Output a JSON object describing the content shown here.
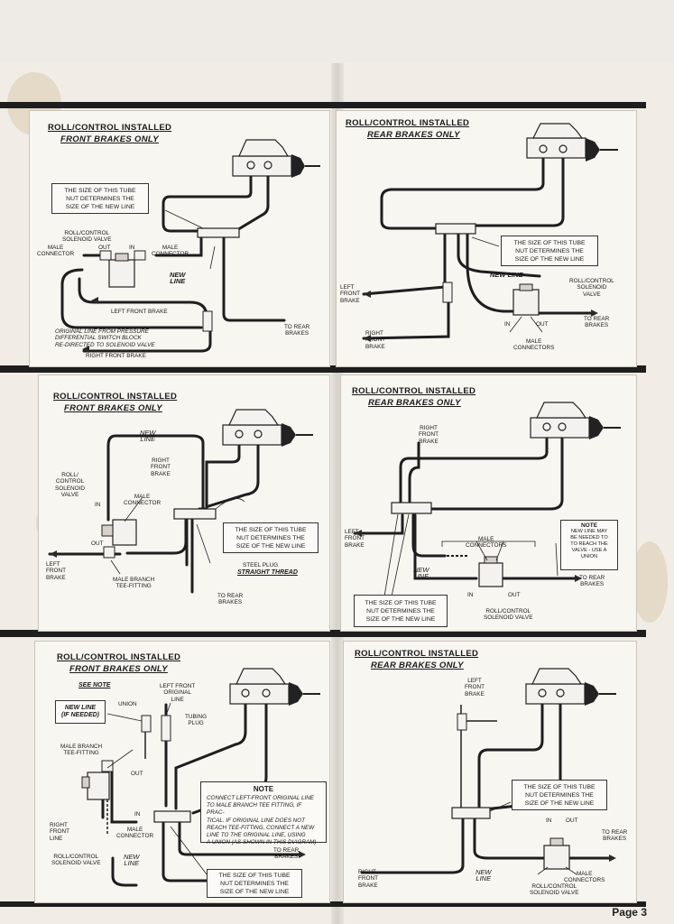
{
  "page_number": "Page 3",
  "panels": [
    {
      "title": "ROLL/CONTROL INSTALLED",
      "subtitle": "FRONT BRAKES ONLY",
      "callout": "THE SIZE OF THIS TUBE\nNUT DETERMINES THE\nSIZE OF THE NEW LINE",
      "labels": {
        "solenoid": "ROLL/CONTROL\nSOLENOID VALVE",
        "male_left": "MALE\nCONNECTOR",
        "male_right": "MALE\nCONNECTOR",
        "out": "OUT",
        "in": "IN",
        "new_line": "NEW\nLINE",
        "left_front": "LEFT FRONT BRAKE",
        "original": "ORIGINAL LINE FROM PRESSURE\nDIFFERENTIAL SWITCH BLOCK\nRE-DIRECTED TO SOLENOID VALVE",
        "right_front": "RIGHT FRONT BRAKE",
        "rear": "TO REAR\nBRAKES"
      }
    },
    {
      "title": "ROLL/CONTROL INSTALLED",
      "subtitle": "REAR BRAKES ONLY",
      "callout": "THE SIZE OF THIS TUBE\nNUT DETERMINES THE\nSIZE OF THE NEW LINE",
      "labels": {
        "new_line": "NEW LINE",
        "left_front": "LEFT\nFRONT\nBRAKE",
        "right_front": "RIGHT\nFRONT\nBRAKE",
        "solenoid": "ROLL/CONTROL\nSOLENOID\nVALVE",
        "in": "IN",
        "out": "OUT",
        "male": "MALE\nCONNECTORS",
        "rear": "TO REAR\nBRAKES"
      }
    },
    {
      "title": "ROLL/CONTROL INSTALLED",
      "subtitle": "FRONT BRAKES ONLY",
      "callout": "THE SIZE OF THIS TUBE\nNUT DETERMINES THE\nSIZE OF THE NEW LINE",
      "labels": {
        "new_line": "NEW\nLINE",
        "right_front": "RIGHT\nFRONT\nBRAKE",
        "solenoid": "ROLL/\nCONTROL\nSOLENOID\nVALVE",
        "male": "MALE\nCONNECTOR",
        "in": "IN",
        "out": "OUT",
        "left_front": "LEFT\nFRONT\nBRAKE",
        "tee": "MALE BRANCH\nTEE-FITTING",
        "plug": "STEEL PLUG",
        "thread": "STRAIGHT THREAD",
        "rear": "TO REAR\nBRAKES"
      }
    },
    {
      "title": "ROLL/CONTROL INSTALLED",
      "subtitle": "REAR BRAKES ONLY",
      "callout": "THE SIZE OF THIS TUBE\nNUT DETERMINES THE\nSIZE OF THE NEW LINE",
      "note_title": "NOTE",
      "note_body": "NEW LINE MAY\nBE NEEDED TO\nTO REACH THE\nVALVE - USE A\nUNION",
      "labels": {
        "right_front": "RIGHT\nFRONT\nBRAKE",
        "left_front": "LEFT\nFRONT\nBRAKE",
        "male": "MALE\nCONNECTORS",
        "new_line": "NEW\nLINE",
        "in": "IN",
        "out": "OUT",
        "rear": "TO REAR\nBRAKES",
        "solenoid": "ROLL/CONTROL\nSOLENOID VALVE"
      }
    },
    {
      "title": "ROLL/CONTROL INSTALLED",
      "subtitle": "FRONT BRAKES ONLY",
      "callout": "THE SIZE OF THIS TUBE\nNUT DETERMINES THE\nSIZE OF THE NEW LINE",
      "note_title": "NOTE",
      "note_body": "CONNECT LEFT-FRONT ORIGINAL LINE\nTO MALE BRANCH TEE FITTING, IF PRAC-\nTICAL. IF ORIGINAL LINE DOES NOT\nREACH TEE-FITTING, CONNECT A NEW\nLINE TO THE ORIGINAL LINE, USING\nA UNION (AS SHOWN IN THIS DIAGRAM)",
      "labels": {
        "see_note": "SEE NOTE",
        "union": "UNION",
        "new_line_box": "NEW LINE\n(IF NEEDED)",
        "left_front_orig": "LEFT FRONT\nORIGINAL\nLINE",
        "tubing_plug": "TUBING\nPLUG",
        "tee": "MALE BRANCH\nTEE-FITTING",
        "out": "OUT",
        "in": "IN",
        "male": "MALE\nCONNECTOR",
        "right_front": "RIGHT\nFRONT\nLINE",
        "solenoid": "ROLL/CONTROL\nSOLENOID VALVE",
        "new_line": "NEW\nLINE",
        "rear": "TO REAR\nBRAKES"
      }
    },
    {
      "title": "ROLL/CONTROL INSTALLED",
      "subtitle": "REAR BRAKES ONLY",
      "callout": "THE SIZE OF THIS TUBE\nNUT DETERMINES THE\nSIZE OF THE NEW LINE",
      "labels": {
        "left_front": "LEFT\nFRONT\nBRAKE",
        "in": "IN",
        "out": "OUT",
        "rear": "TO REAR\nBRAKES",
        "right_front": "RIGHT\nFRONT\nBRAKE",
        "new_line": "NEW\nLINE",
        "male": "MALE\nCONNECTORS",
        "solenoid": "ROLL/CONTROL\nSOLENOID VALVE"
      }
    }
  ]
}
